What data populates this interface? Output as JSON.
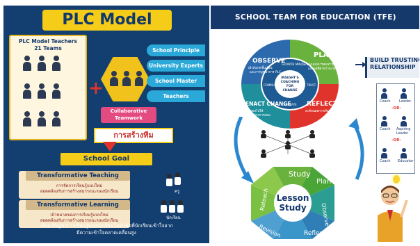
{
  "left": {
    "title": "PLC Model",
    "teachers_label_line1": "PLC Model Teachers",
    "teachers_label_line2": "21 Teams",
    "collaborative_line1": "Collaborative",
    "collaborative_line2": "Teamwork",
    "stakeholders": [
      "School Principle",
      "University Experts",
      "School Master",
      "Teachers"
    ],
    "build_label": "การสร้างทีม",
    "goal_label": "School Goal",
    "goals": [
      {
        "title": "Transformative Teaching",
        "desc_line1": "การจัดการเรียนรู้แบบใหม่",
        "desc_line2": "สอดคล้องกับการสร้างสมรรถนะของนักเรียน",
        "figure_label": "ครู"
      },
      {
        "title": "Transformative Learning",
        "desc_line1": "เป้าหมายของการเรียนรู้แบบใหม่",
        "desc_line2": "สอดคล้องกับการสร้างสมรรถนะของนักเรียน",
        "figure_label": "นักเรียน"
      }
    ],
    "bottom_line1": "เพื่อแก้ปัญหาการเรียนรู้ของนักเรียนในหัวข้อที่นักเรียนเข้าใจยาก",
    "bottom_line2": "มีความเข้าใจคลาดเคลื่อนสูง",
    "colors": {
      "navy": "#123e70",
      "yellow": "#f5cc18",
      "cyan": "#2aa8d8",
      "pink": "#e34a80",
      "red": "#e0332b"
    }
  },
  "right": {
    "title": "SCHOOL TEAM FOR EDUCATION (TFE)",
    "cycle": {
      "segments": [
        {
          "label": "OBSERVE",
          "sub_line1": "เฝ้าสังเกตชั้นเรียน",
          "sub_line2": "และการบูรณาการ PLC",
          "color": "#2c6aad"
        },
        {
          "label": "PLAN",
          "sub_line1": "วางแผนการสอนร่วมกัน",
          "sub_line2": "และผลที่คาดว่าจะได้",
          "color": "#6ab23e"
        },
        {
          "label": "REFLECT",
          "sub_line1": "สะท้อนผลการเรียน",
          "sub_line2": "",
          "color": "#e0332b"
        },
        {
          "label": "ENACT CHANGE",
          "sub_line1": "นำผลไปใช้",
          "sub_line2": "ปรับปรุงการสอน",
          "color": "#1f8f9c"
        }
      ],
      "inner": [
        "GROWTH MINDSET",
        "TRUST",
        "CALIBRATE",
        "COMMUNITY"
      ],
      "center_line1": "INSIGHT'S",
      "center_line2": "COACHING",
      "center_line3": "FOR",
      "center_line4": "CHANGE"
    },
    "trust_line1": "BUILD TRUSTING",
    "trust_line2": "RELATIONSHIP",
    "roles": [
      {
        "left": "Coach",
        "right": "Leader"
      },
      {
        "left": "Coach",
        "right": "Aspiring Leader"
      },
      {
        "left": "Coach",
        "right": "Educator"
      }
    ],
    "or_label": "-OR-",
    "lesson_study": {
      "center_line1": "Lesson",
      "center_line2": "Study",
      "segments": [
        {
          "label": "Study",
          "color": "#6ab23e"
        },
        {
          "label": "Plan",
          "color": "#4aa537"
        },
        {
          "label": "Observe",
          "color": "#2b9d92"
        },
        {
          "label": "Reflect",
          "color": "#2f7fb6"
        },
        {
          "label": "Revision",
          "color": "#3a96c9"
        },
        {
          "label": "Reteach",
          "color": "#7ac043"
        }
      ]
    },
    "colors": {
      "navy": "#16396c"
    }
  }
}
